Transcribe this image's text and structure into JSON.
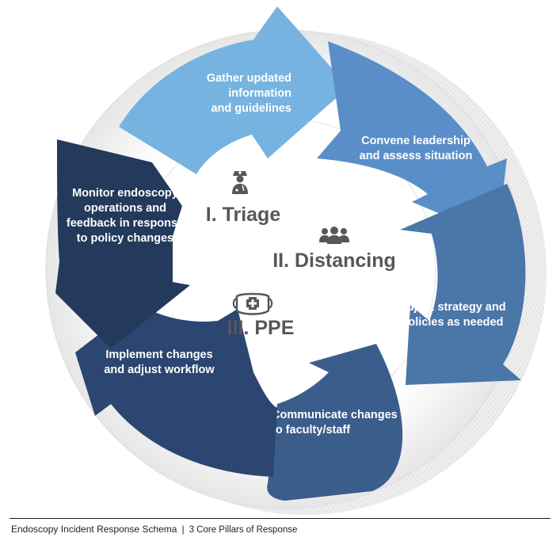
{
  "colors": {
    "stage_gather": "#76b3e0",
    "stage_convene": "#5a8ec8",
    "stage_adjust": "#4a76a8",
    "stage_communicate": "#3a5d8c",
    "stage_implement": "#2b4670",
    "stage_monitor": "#233a5c",
    "pillar_text": "#55575b",
    "shadow": "#d9d9d9"
  },
  "cycle": [
    {
      "id": "gather",
      "lines": [
        "Gather updated",
        "information",
        "and guidelines"
      ]
    },
    {
      "id": "convene",
      "lines": [
        "Convene leadership",
        "and assess situation"
      ]
    },
    {
      "id": "adjust",
      "lines": [
        "Adjust strategy and",
        "policies as needed"
      ]
    },
    {
      "id": "communicate",
      "lines": [
        "Communicate changes",
        "to faculty/staff"
      ]
    },
    {
      "id": "implement",
      "lines": [
        "Implement changes",
        "and adjust workflow"
      ]
    },
    {
      "id": "monitor",
      "lines": [
        "Monitor endoscopy",
        "operations and",
        "feedback in response",
        "to policy changes"
      ]
    }
  ],
  "pillars": [
    {
      "id": "triage",
      "label": "I. Triage",
      "icon": "doctor-icon"
    },
    {
      "id": "distancing",
      "label": "II. Distancing",
      "icon": "group-icon"
    },
    {
      "id": "ppe",
      "label": "III. PPE",
      "icon": "mask-icon"
    }
  ],
  "footer": {
    "title": "Endoscopy Incident Response Schema",
    "separator": "|",
    "subtitle": "3 Core Pillars of Response"
  }
}
